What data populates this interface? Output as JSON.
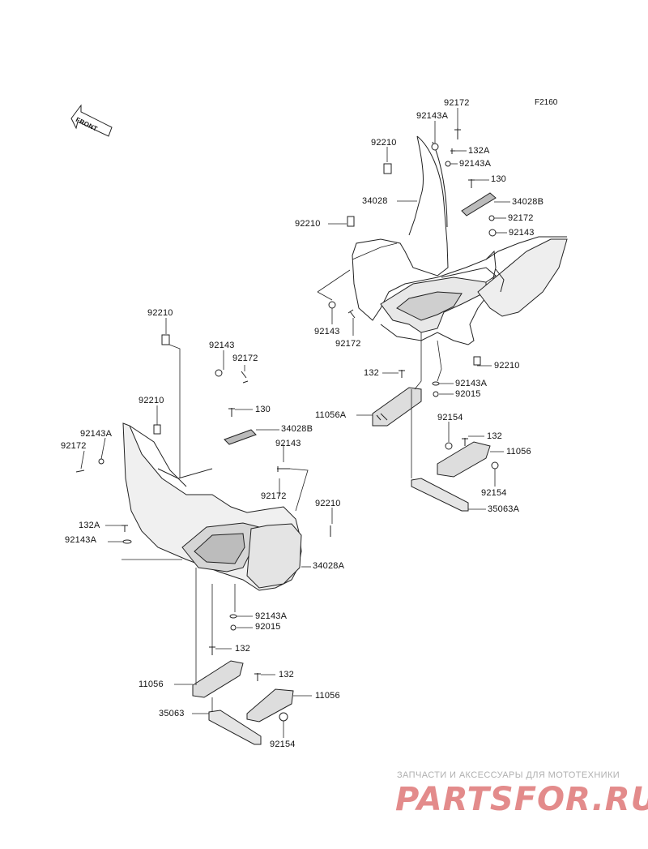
{
  "diagram_code": "F2160",
  "front_arrow_label": "FRONT",
  "watermark": {
    "tagline": "ЗАПЧАСТИ И АКСЕССУАРЫ ДЛЯ МОТОТЕХНИКИ",
    "logo": "PARTSFOR.RU"
  },
  "labels": {
    "r_92172_top": "92172",
    "r_92143A_top": "92143A",
    "r_92210_top": "92210",
    "r_132A_top": "132A",
    "r_92143A_b": "92143A",
    "r_130": "130",
    "r_34028": "34028",
    "r_34028B": "34028B",
    "r_92210_mid": "92210",
    "r_92172_mid": "92172",
    "r_92143": "92143",
    "r_92143_low": "92143",
    "r_92172_low": "92172",
    "r_92210_low": "92210",
    "r_132": "132",
    "r_92143A_low": "92143A",
    "r_92015": "92015",
    "r_11056A": "11056A",
    "r_92154_a": "92154",
    "r_132_b": "132",
    "r_11056": "11056",
    "r_92154_b": "92154",
    "r_35063A": "35063A",
    "l_92210_top": "92210",
    "l_92143": "92143",
    "l_92172": "92172",
    "l_92210_b": "92210",
    "l_92143A": "92143A",
    "l_92172_b": "92172",
    "l_130": "130",
    "l_34028B": "34028B",
    "l_92143_b": "92143",
    "l_92172_c": "92172",
    "l_92210_c": "92210",
    "l_132A": "132A",
    "l_92143A_b": "92143A",
    "l_34028A": "34028A",
    "l_92143A_c": "92143A",
    "l_92015": "92015",
    "l_132": "132",
    "l_11056_a": "11056",
    "l_132_b": "132",
    "l_11056_b": "11056",
    "l_35063": "35063",
    "l_92154": "92154"
  }
}
